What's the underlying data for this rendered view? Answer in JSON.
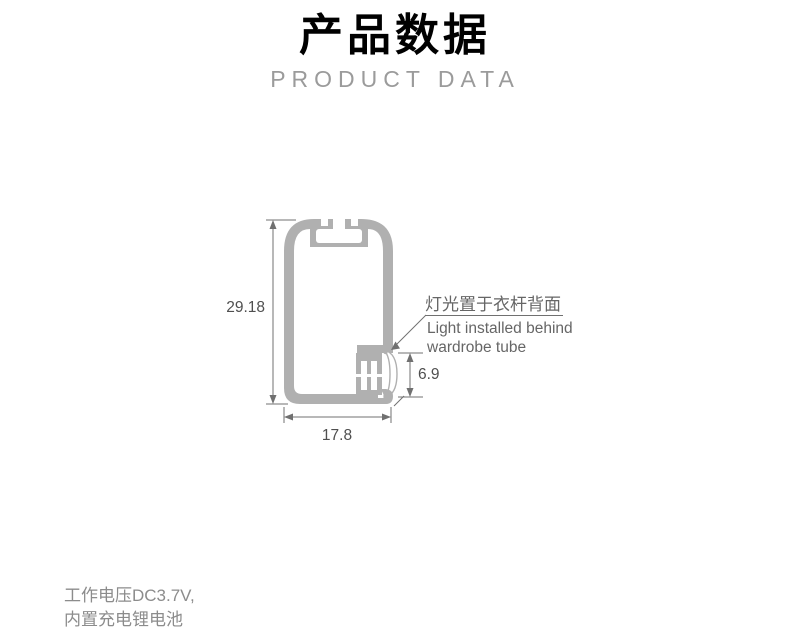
{
  "header": {
    "title": "产品数据",
    "subtitle": "PRODUCT DATA"
  },
  "diagram": {
    "dimensions": {
      "height": "29.18",
      "width": "17.8",
      "light_height": "6.9"
    },
    "annotation": {
      "cn": "灯光置于衣杆背面",
      "en_line1": "Light installed behind",
      "en_line2": "wardrobe tube"
    }
  },
  "specs": {
    "line1": "工作电压DC3.7V,",
    "line2": "内置充电锂电池"
  },
  "colors": {
    "background": "#ffffff",
    "profile_gray": "#b0b0b0",
    "dimension_line": "#707070",
    "dimension_text": "#4f4f4f",
    "annotation_text": "#666666",
    "title_text": "#000000",
    "subtitle_text": "#9b9b9b",
    "spec_text": "#8c8c8c"
  }
}
